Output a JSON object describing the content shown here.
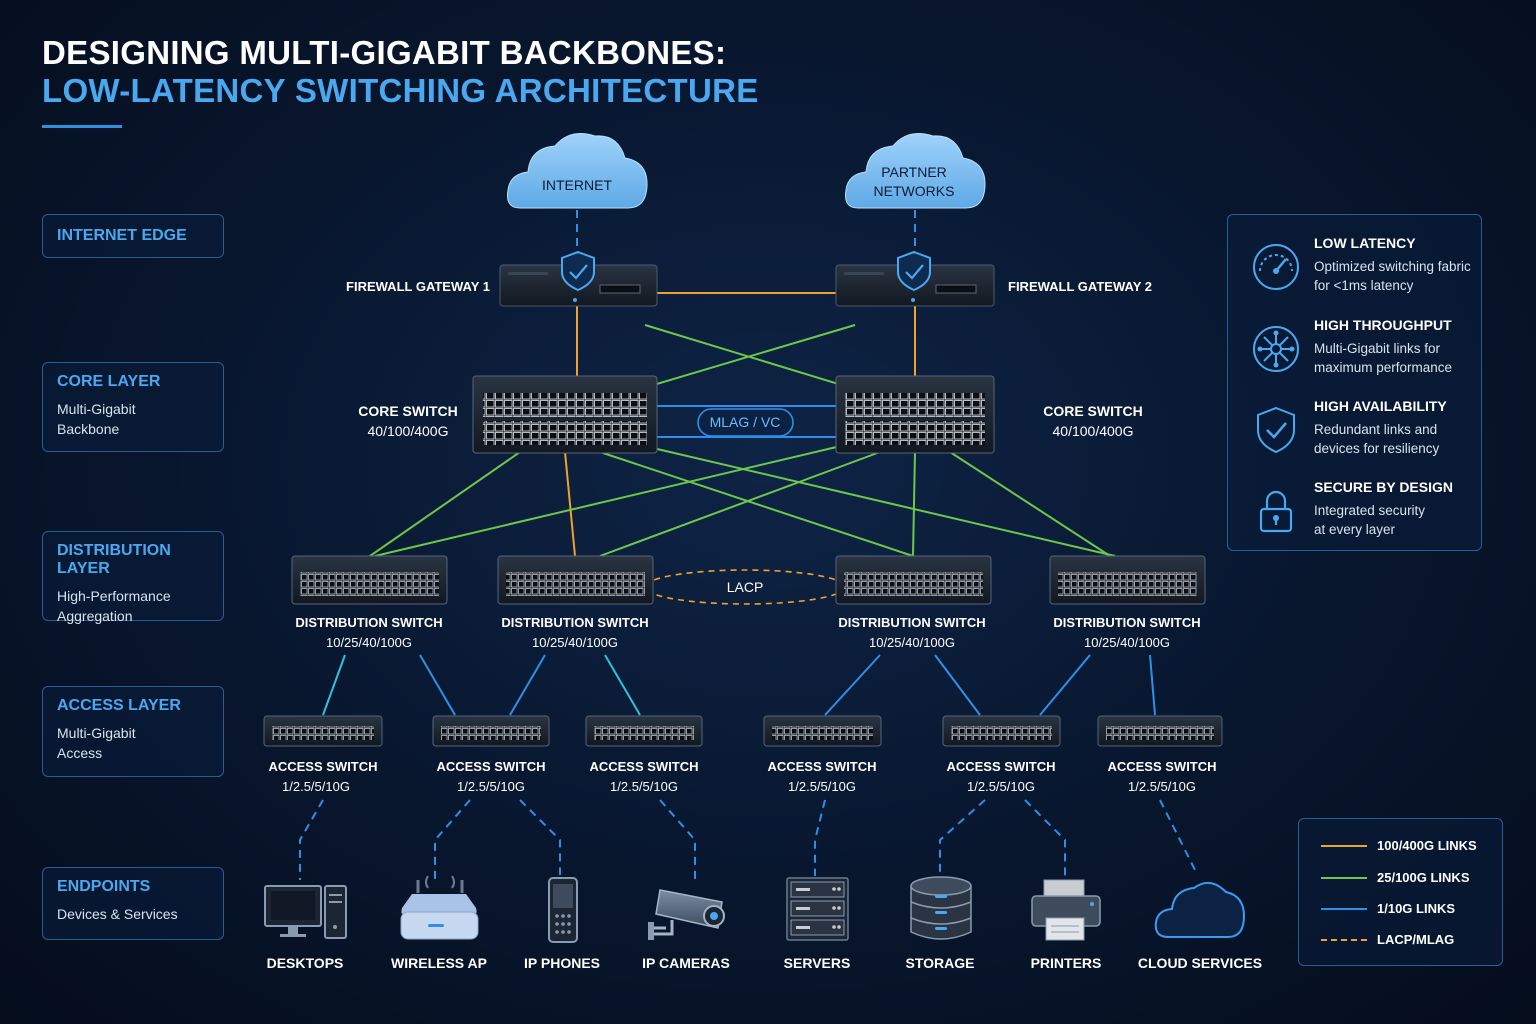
{
  "title": {
    "line1": "DESIGNING MULTI-GIGABIT BACKBONES:",
    "line2": "LOW-LATENCY SWITCHING ARCHITECTURE"
  },
  "layers": [
    {
      "title": "INTERNET EDGE",
      "subtitle": ""
    },
    {
      "title": "CORE LAYER",
      "subtitle": "Multi-Gigabit Backbone"
    },
    {
      "title": "DISTRIBUTION LAYER",
      "subtitle": "High-Performance Aggregation"
    },
    {
      "title": "ACCESS LAYER",
      "subtitle": "Multi-Gigabit Access"
    },
    {
      "title": "ENDPOINTS",
      "subtitle": "Devices & Services"
    }
  ],
  "clouds": {
    "internet": "INTERNET",
    "partner_line1": "PARTNER",
    "partner_line2": "NETWORKS"
  },
  "firewalls": {
    "left": "FIREWALL GATEWAY 1",
    "right": "FIREWALL GATEWAY 2"
  },
  "core": {
    "name": "CORE SWITCH",
    "speed": "40/100/400G",
    "mlag": "MLAG / VC"
  },
  "distribution": {
    "name": "DISTRIBUTION SWITCH",
    "speed": "10/25/40/100G",
    "lacp": "LACP"
  },
  "access": {
    "name": "ACCESS SWITCH",
    "speed": "1/2.5/5/10G"
  },
  "endpoints": [
    {
      "label": "DESKTOPS",
      "icon": "desktop-icon"
    },
    {
      "label": "WIRELESS AP",
      "icon": "wireless-ap-icon"
    },
    {
      "label": "IP PHONES",
      "icon": "ip-phone-icon"
    },
    {
      "label": "IP CAMERAS",
      "icon": "ip-camera-icon"
    },
    {
      "label": "SERVERS",
      "icon": "server-rack-icon"
    },
    {
      "label": "STORAGE",
      "icon": "storage-icon"
    },
    {
      "label": "PRINTERS",
      "icon": "printer-icon"
    },
    {
      "label": "CLOUD SERVICES",
      "icon": "cloud-icon"
    }
  ],
  "features": [
    {
      "title": "LOW LATENCY",
      "desc": "Optimized switching fabric for <1ms latency",
      "icon": "gauge-icon"
    },
    {
      "title": "HIGH THROUGHPUT",
      "desc": "Multi-Gigabit links for maximum performance",
      "icon": "network-hub-icon"
    },
    {
      "title": "HIGH AVAILABILITY",
      "desc": "Redundant links and devices for resiliency",
      "icon": "shield-check-icon"
    },
    {
      "title": "SECURE BY DESIGN",
      "desc": "Integrated security at every layer",
      "icon": "lock-icon"
    }
  ],
  "legend": [
    {
      "label": "100/400G LINKS",
      "color": "#f0a22a",
      "style": "solid"
    },
    {
      "label": "25/100G LINKS",
      "color": "#6cc84a",
      "style": "solid"
    },
    {
      "label": "1/10G LINKS",
      "color": "#2e8fe8",
      "style": "solid"
    },
    {
      "label": "LACP/MLAG",
      "color": "#f0a22a",
      "style": "dashed"
    }
  ],
  "colors": {
    "accent_blue": "#4aa8f0",
    "link_orange": "#f0a22a",
    "link_green": "#6cc84a",
    "link_blue": "#2e8fe8"
  }
}
